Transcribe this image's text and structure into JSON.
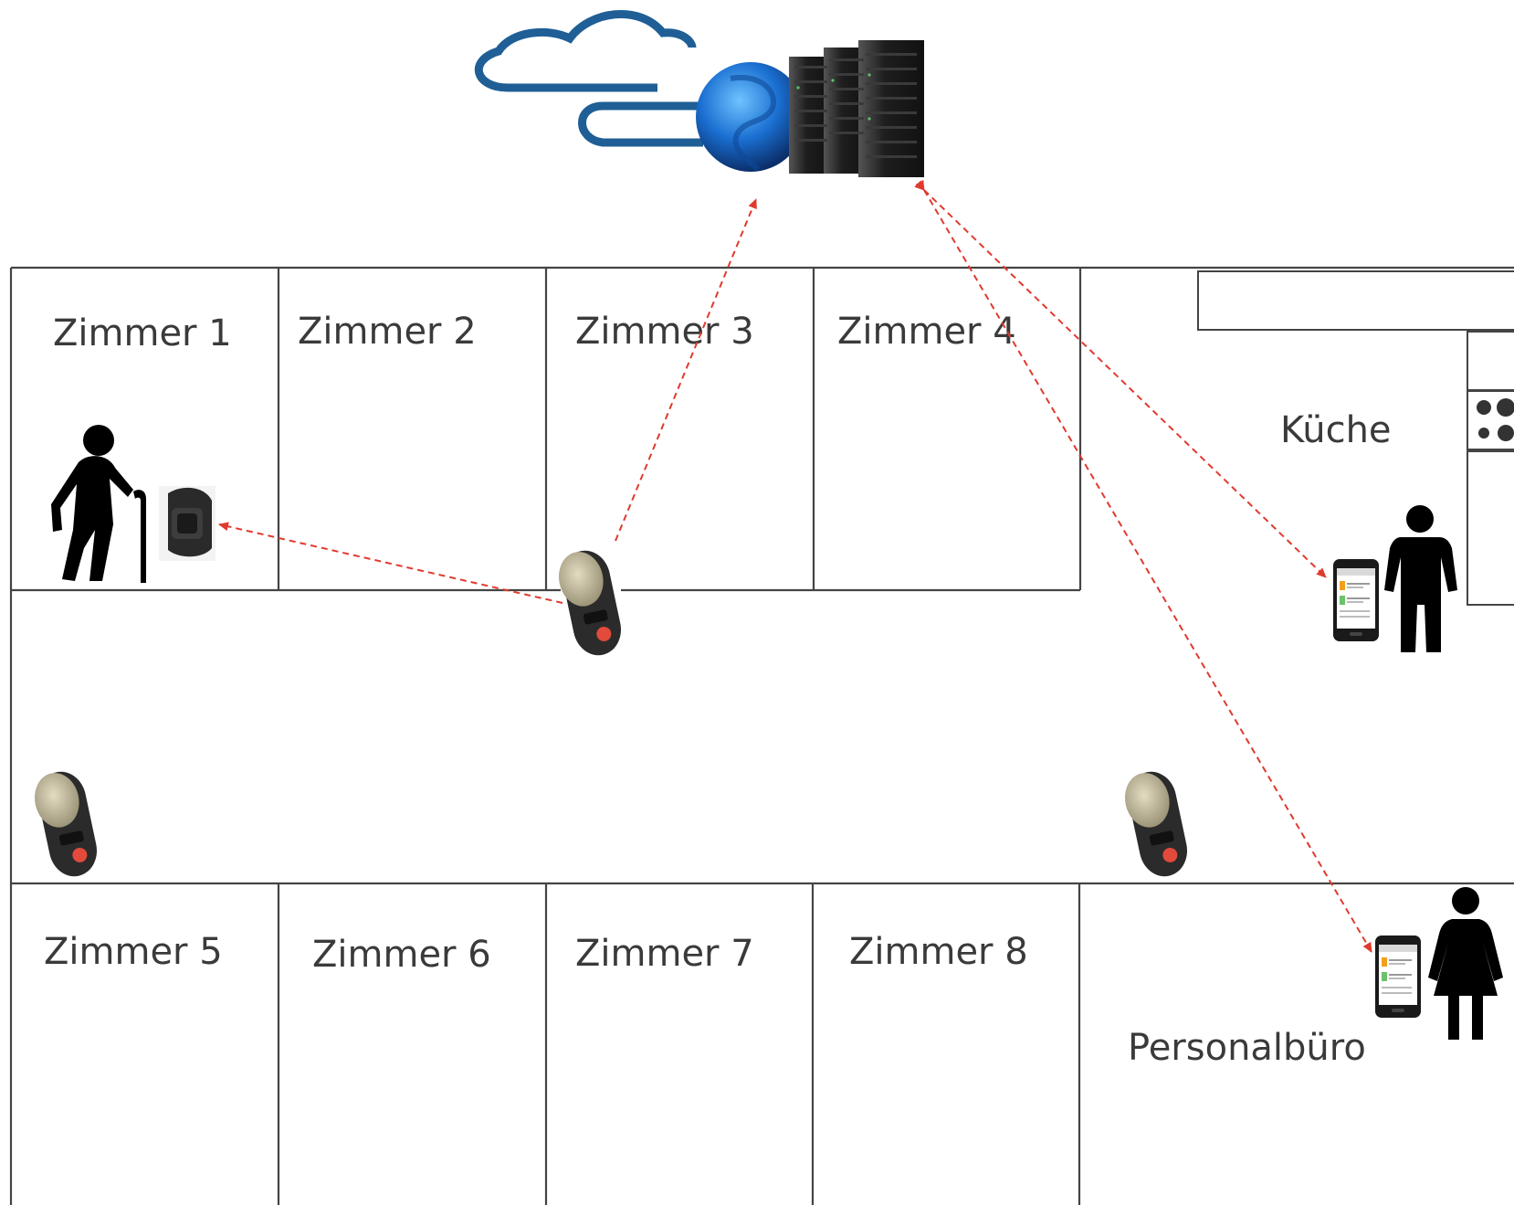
{
  "rooms": {
    "zimmer1": "Zimmer 1",
    "zimmer2": "Zimmer 2",
    "zimmer3": "Zimmer 3",
    "zimmer4": "Zimmer 4",
    "zimmer5": "Zimmer 5",
    "zimmer6": "Zimmer 6",
    "zimmer7": "Zimmer 7",
    "zimmer8": "Zimmer 8",
    "kueche": "Küche",
    "personalbuero": "Personalbüro"
  },
  "icons": {
    "cloud": "cloud-icon",
    "globe": "globe-icon",
    "server": "server-rack-icon",
    "senior": "elderly-person-with-cane-icon",
    "wristband": "wrist-call-button-icon",
    "gateway": "wall-receiver-device-icon",
    "smartphone": "smartphone-icon",
    "staff_male": "man-icon",
    "staff_female": "woman-icon",
    "stove": "stove-icon"
  },
  "colors": {
    "link": "#e03a2f",
    "wall": "#444444",
    "cloud": "#1f5f96",
    "globe": "#1a6fd1",
    "server": "#1e1e1e",
    "device_cap": "#b8b29a",
    "device_button": "#e24a3b"
  }
}
